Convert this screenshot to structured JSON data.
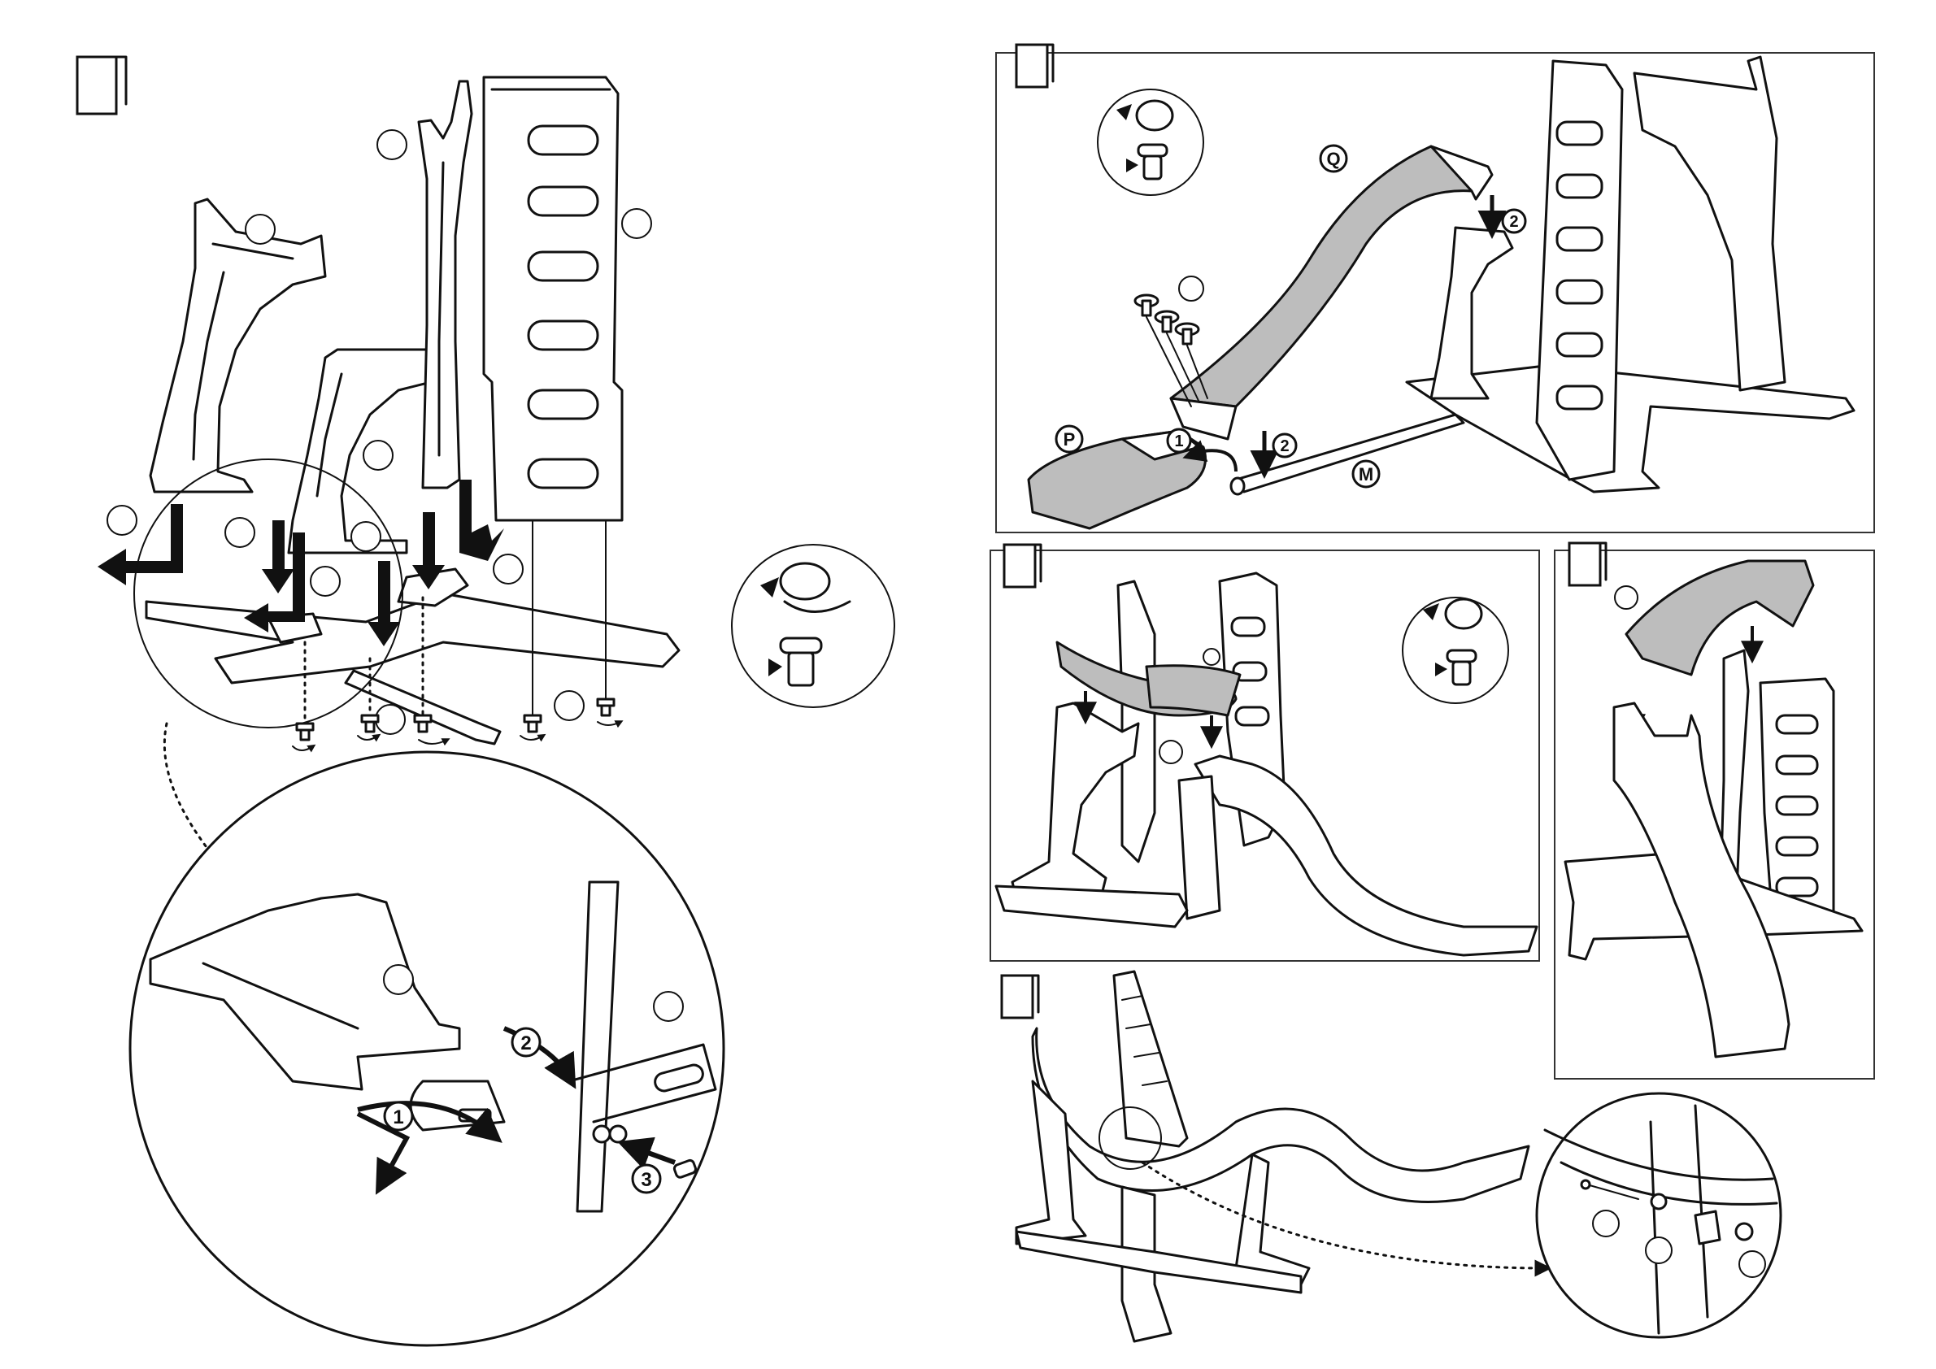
{
  "step_badges": [
    {
      "id": "step-1",
      "text": ""
    },
    {
      "id": "step-2",
      "text": ""
    },
    {
      "id": "step-3",
      "text": ""
    },
    {
      "id": "step-4",
      "text": ""
    },
    {
      "id": "step-5",
      "text": ""
    }
  ],
  "callouts": {
    "detail_step1": {
      "order_1": "1",
      "order_2": "2",
      "order_3": "3"
    },
    "panel2": {
      "part_Q": "Q",
      "part_P": "P",
      "part_M": "M",
      "order_1": "1",
      "order_2": "2"
    }
  },
  "icons": [
    "rotate-screw-icon",
    "screw-icon",
    "arrow-icon",
    "magnifier-detail-icon"
  ]
}
